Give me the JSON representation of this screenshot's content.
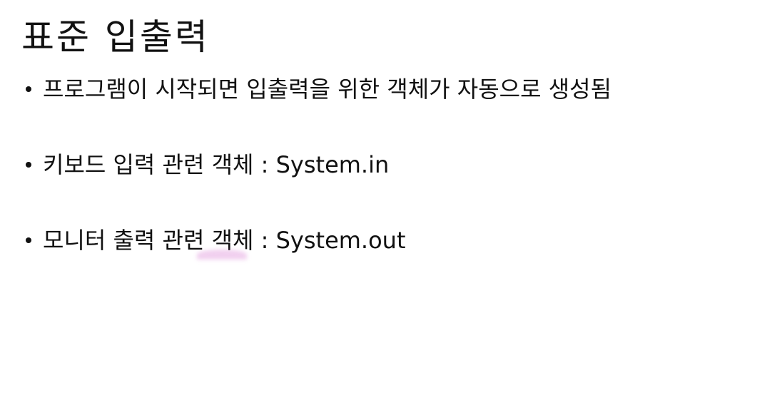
{
  "slide": {
    "title": "표준 입출력",
    "bullets": [
      {
        "text": "프로그램이 시작되면 입출력을 위한 객체가 자동으로 생성됨"
      },
      {
        "text": "키보드 입력 관련 객체 : System.in"
      },
      {
        "text": "모니터 출력 관련 객체 : System.out"
      }
    ]
  },
  "colors": {
    "text": "#111111",
    "background": "#ffffff",
    "highlight": "#d778d2"
  }
}
